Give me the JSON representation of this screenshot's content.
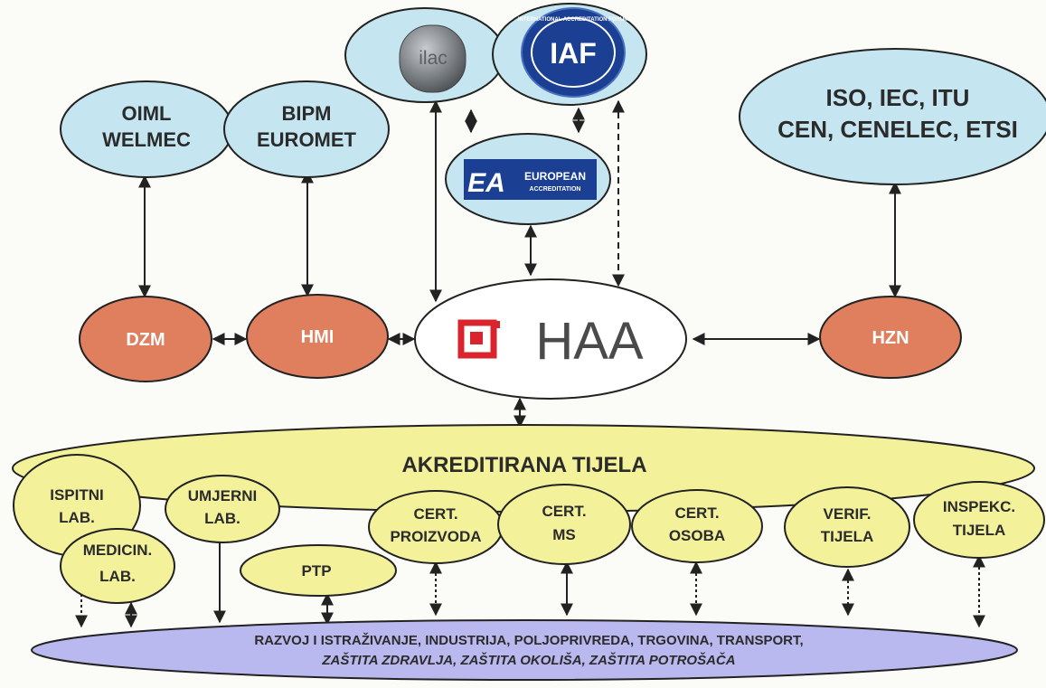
{
  "international": {
    "oiml": [
      "OIML",
      "WELMEC"
    ],
    "bipm": [
      "BIPM",
      "EUROMET"
    ],
    "ilac": "ilac",
    "iaf": "IAF",
    "iaf_ring": "INTERNATIONAL ACCREDITATION FORUM",
    "ea_mark": "EA",
    "ea_text": [
      "EUROPEAN",
      "ACCREDITATION"
    ],
    "standards": [
      "ISO, IEC, ITU",
      "CEN, CENELEC, ETSI"
    ]
  },
  "national": {
    "dzm": "DZM",
    "hmi": "HMI",
    "haa": "HAA",
    "hzn": "HZN"
  },
  "bodies": {
    "title": "AKREDITIRANA TIJELA",
    "ispitni": [
      "ISPITNI",
      "LAB."
    ],
    "medicin": [
      "MEDICIN.",
      "LAB."
    ],
    "umjerni": [
      "UMJERNI",
      "LAB."
    ],
    "ptp": "PTP",
    "cert_proizvoda": [
      "CERT.",
      "PROIZVODA"
    ],
    "cert_ms": [
      "CERT.",
      "MS"
    ],
    "cert_osoba": [
      "CERT.",
      "OSOBA"
    ],
    "verif": [
      "VERIF.",
      "TIJELA"
    ],
    "inspekc": [
      "INSPEKC.",
      "TIJELA"
    ]
  },
  "sectors": {
    "line1": "RAZVOJ I ISTRAŽIVANJE, INDUSTRIJA, POLJOPRIVREDA, TRGOVINA, TRANSPORT,",
    "line2": "ZAŠTITA ZDRAVLJA, ZAŠTITA OKOLIŠA, ZAŠTITA POTROŠAČA"
  },
  "colors": {
    "international_fill": "#c5e6f0",
    "national_fill": "#e07f5e",
    "bodies_fill": "#f3f19a",
    "sectors_fill": "#b9b9ef",
    "haa_logo": "#d9232d"
  }
}
